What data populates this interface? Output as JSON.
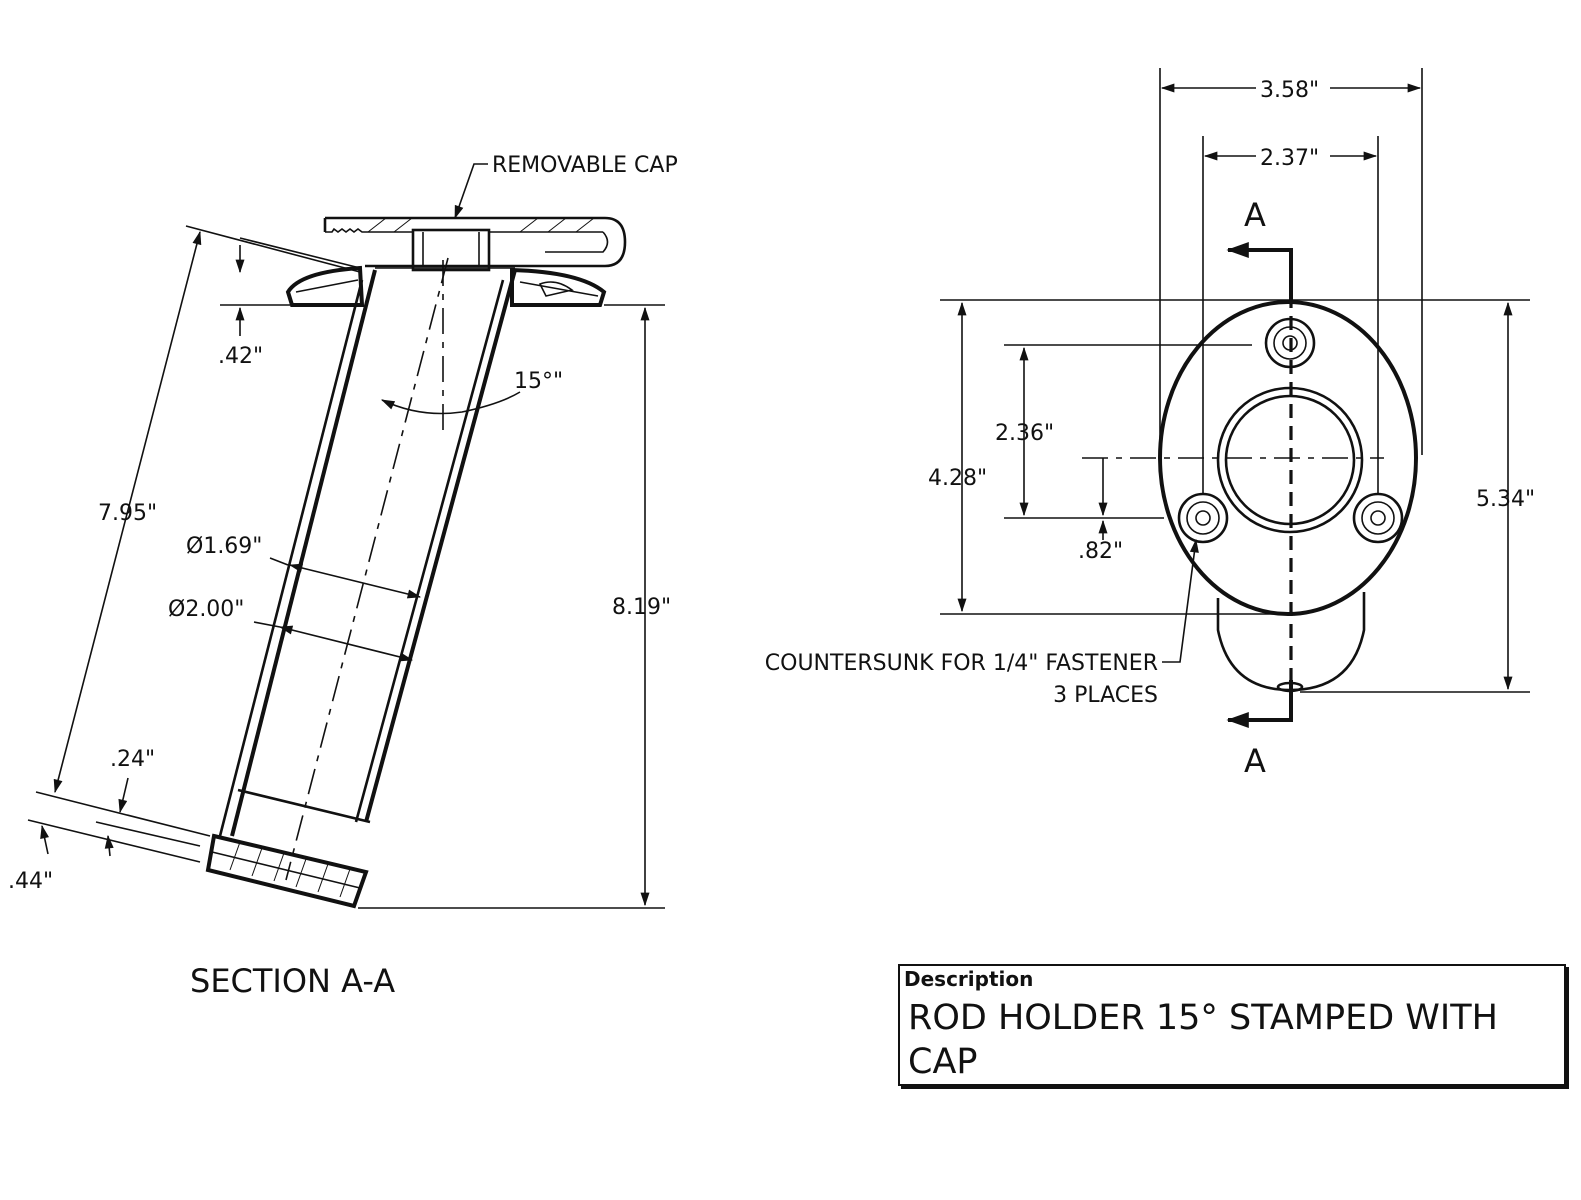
{
  "section": {
    "title": "SECTION A-A",
    "cap_label": "REMOVABLE CAP",
    "dims": {
      "flange_height": ".42\"",
      "angle": "15°\"",
      "slant_length": "7.95\"",
      "inner_dia": "Ø1.69\"",
      "outer_dia": "Ø2.00\"",
      "overall_height": "8.19\"",
      "bottom_ring_a": ".24\"",
      "bottom_ring_b": ".44\""
    }
  },
  "top_view": {
    "section_mark": "A",
    "dims": {
      "flange_width": "3.58\"",
      "hole_spacing": "2.37\"",
      "hole_vertical": "2.36\"",
      "flange_height": "4.28\"",
      "overall_height": "5.34\"",
      "hole_offset": ".82\""
    },
    "note_line1": "COUNTERSUNK FOR 1/4\" FASTENER",
    "note_line2": "3 PLACES"
  },
  "title_block": {
    "label": "Description",
    "text": "ROD HOLDER 15° STAMPED WITH CAP"
  }
}
